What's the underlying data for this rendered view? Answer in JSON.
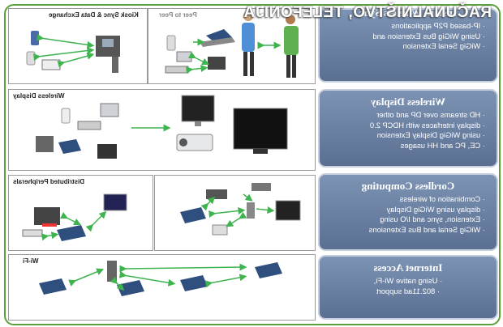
{
  "watermark": "RAČUNALNIŠTVO, TELEFONIJA",
  "panels": {
    "kiosk": "Kiosk Sync & Data Exchange",
    "p2p": "Peer to Peer",
    "display": "Wireless Display",
    "peripherals": "Distributed Peripherals",
    "wifi": "Wi-Fi"
  },
  "boxes": [
    {
      "title": "Instant Wireless Sync",
      "lines": [
        "IP-based P2P applications",
        "Using WiGig Bus Extension and",
        "WiGig Serial Extension"
      ]
    },
    {
      "title": "Wireless Display",
      "lines": [
        "HD streams over DP and other",
        "display interfaces with HDCP 2.0",
        "using WiGig Display Extension",
        "CE, PC and HH usages"
      ]
    },
    {
      "title": "Cordless Computing",
      "lines": [
        "Combination of wireless",
        "display using WiGig Display",
        "Extension, sync and I/O using",
        "WiGig Serial and Bus Extensions"
      ]
    },
    {
      "title": "Internet Access",
      "lines": [
        "Using native Wi-Fi,",
        "802.11ad support"
      ]
    }
  ],
  "colors": {
    "accent_green": "#5aa03a",
    "box_blue": "#6a81a4",
    "arrow_green": "#3fb34f"
  }
}
